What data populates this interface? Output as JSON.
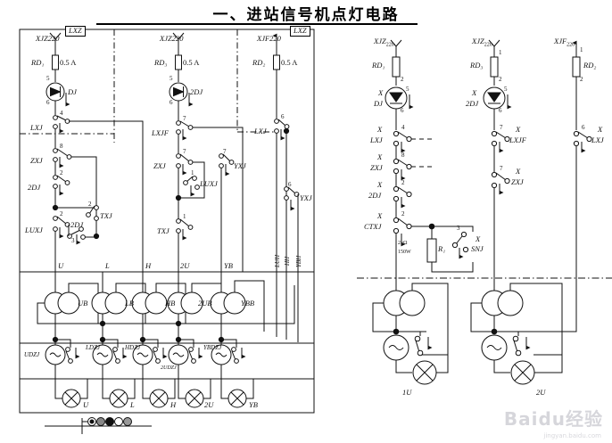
{
  "page": {
    "title": "一、进站信号机点灯电路",
    "background_color": "#ffffff",
    "line_color": "#111111",
    "watermark": "Baidu经验",
    "watermark_sub": "jingyan.baidu.com"
  },
  "left_diagram": {
    "panel_labels": [
      "LXZ",
      "LXZ"
    ],
    "supplies": [
      {
        "name": "XJZ220",
        "fuse": "RD₁",
        "fuse_rating": "0.5 A",
        "lamp_relay": "DJ",
        "terminal_top": "5",
        "terminal_bottom": "6"
      },
      {
        "name": "XJZ220",
        "fuse": "RD₃",
        "fuse_rating": "0.5 A",
        "lamp_relay": "2DJ",
        "terminal_top": "5",
        "terminal_bottom": "6"
      },
      {
        "name": "XJF220",
        "fuse": "RD₂",
        "fuse_rating": "0.5 A",
        "lamp_relay": "",
        "terminal_top": "",
        "terminal_bottom": ""
      }
    ],
    "column1_contacts": [
      {
        "label": "LXJ",
        "terminal": "4"
      },
      {
        "label": "ZXJ",
        "terminal": "8"
      },
      {
        "label": "2DJ",
        "terminal": "2"
      },
      {
        "label": "LUXJ",
        "terminal": "2"
      },
      {
        "label": "TXJ",
        "terminal": "2"
      },
      {
        "label": "2DJ",
        "terminal": "3"
      }
    ],
    "column2_contacts": [
      {
        "label": "LXJF",
        "terminal": "7"
      },
      {
        "label": "ZXJ",
        "terminal": "7"
      },
      {
        "label": "LUXJ",
        "terminal": "1"
      },
      {
        "label": "TXJ",
        "terminal": "1"
      },
      {
        "label": "YXJ",
        "terminal": "7"
      }
    ],
    "column3_contacts": [
      {
        "label": "LXJ",
        "terminal": "6"
      },
      {
        "label": "YXJ",
        "terminal": "6"
      }
    ],
    "bus_labels": [
      "U",
      "L",
      "H",
      "2U",
      "YB"
    ],
    "vertical_bus_labels": [
      "LUH",
      "HH",
      "YBH"
    ],
    "transformers": [
      "UB",
      "LB",
      "HB",
      "2UB",
      "YBB"
    ],
    "detectors": [
      "UDZJ",
      "LDZJ",
      "HDZJ",
      "2UDZJ",
      "YBDZJ"
    ],
    "lamps": [
      "U",
      "L",
      "H",
      "2U",
      "YB"
    ]
  },
  "right_diagram": {
    "supplies": [
      {
        "name": "XJZ",
        "subscript": "220",
        "fuse": "RD₁",
        "term_in": "",
        "term_out": "2",
        "relay_prefix": "X",
        "relay": "DJ",
        "terminal_top": "5",
        "terminal_bottom": "6"
      },
      {
        "name": "XJZ",
        "subscript": "220",
        "fuse": "RD₃",
        "term_in": "1",
        "term_out": "2",
        "relay_prefix": "X",
        "relay": "2DJ",
        "terminal_top": "5",
        "terminal_bottom": "6"
      },
      {
        "name": "XJF",
        "subscript": "220",
        "fuse": "RD₂",
        "term_in": "1",
        "term_out": "2",
        "relay_prefix": "",
        "relay": "",
        "terminal_top": "",
        "terminal_bottom": ""
      }
    ],
    "column1_contacts": [
      {
        "prefix": "X",
        "label": "LXJ",
        "terminal": "4"
      },
      {
        "prefix": "X",
        "label": "ZXJ",
        "terminal": "8"
      },
      {
        "prefix": "X",
        "label": "2DJ",
        "terminal": "2"
      },
      {
        "prefix": "X",
        "label": "CTXJ",
        "terminal": "2"
      }
    ],
    "column2_contacts": [
      {
        "prefix": "X",
        "label": "LXJF",
        "terminal": "7"
      },
      {
        "prefix": "X",
        "label": "ZXJ",
        "terminal": "7"
      }
    ],
    "column3_contacts": [
      {
        "prefix": "X",
        "label": "LXJ",
        "terminal": "6"
      }
    ],
    "resistor": {
      "ref": "R₁",
      "value_line1": "2kΩ",
      "value_line2": "150W"
    },
    "snj_contact": {
      "prefix": "X",
      "label": "SNJ",
      "terminal": "3"
    },
    "lamps": [
      "1U",
      "2U"
    ]
  }
}
